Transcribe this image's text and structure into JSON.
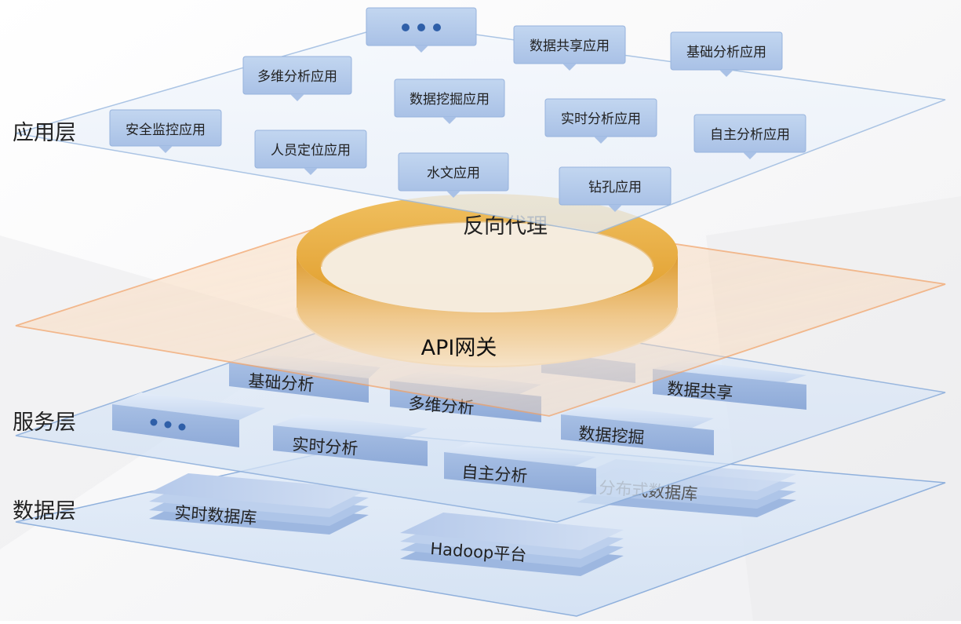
{
  "layers": {
    "application": "应用层",
    "service": "服务层",
    "data": "数据层"
  },
  "gateway": {
    "top_label": "反向代理",
    "bottom_label": "API网关"
  },
  "application_apps": [
    {
      "label": "安全监控应用"
    },
    {
      "label": "多维分析应用"
    },
    {
      "label": "人员定位应用"
    },
    {
      "label": "数据挖掘应用"
    },
    {
      "label": "水文应用"
    },
    {
      "label": "数据共享应用"
    },
    {
      "label": "实时分析应用"
    },
    {
      "label": "钻孔应用"
    },
    {
      "label": "基础分析应用"
    },
    {
      "label": "自主分析应用"
    }
  ],
  "service_blocks": [
    {
      "label": "基础分析"
    },
    {
      "label": "多维分析"
    },
    {
      "label": "实时分析"
    },
    {
      "label": "自主分析"
    },
    {
      "label": "数据挖掘"
    },
    {
      "label": "数据共享"
    }
  ],
  "data_stores": [
    {
      "label": "实时数据库"
    },
    {
      "label": "Hadoop平台"
    },
    {
      "label": "分布式数据库"
    }
  ],
  "colors": {
    "app_plane_stroke": "#9dbbe0",
    "gateway_plane_stroke": "#f2a46a",
    "gateway_ring": "#e8a93a",
    "bubble_fill": "#b4cbea",
    "block_fill": "#c4d6ef"
  }
}
